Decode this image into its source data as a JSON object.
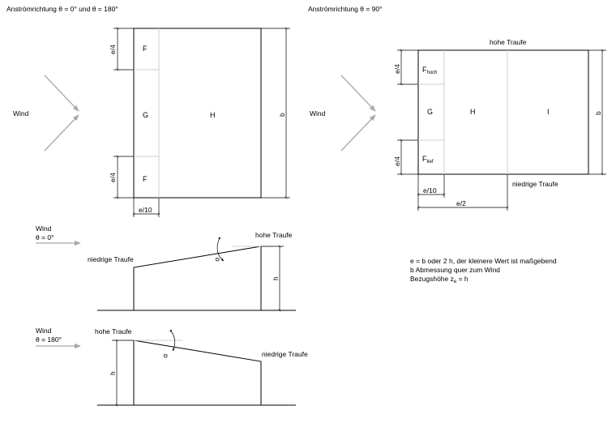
{
  "left_plan": {
    "title": "Anströmrichtung θ = 0° und θ = 180°",
    "wind": "Wind",
    "zone_f_top": "F",
    "zone_g": "G",
    "zone_h": "H",
    "zone_f_bottom": "F",
    "dim_e4_top": "e/4",
    "dim_e4_bottom": "e/4",
    "dim_b": "b",
    "dim_e10": "e/10"
  },
  "right_plan": {
    "title": "Anströmrichtung θ = 90°",
    "wind": "Wind",
    "eave_high": "hohe Traufe",
    "eave_low": "niedrige Traufe",
    "zone_f_high": "F",
    "zone_f_high_sub": "hoch",
    "zone_g": "G",
    "zone_h": "H",
    "zone_i": "I",
    "zone_f_low": "F",
    "zone_f_low_sub": "tief",
    "dim_e4_top": "e/4",
    "dim_e4_bottom": "e/4",
    "dim_b": "b",
    "dim_e10": "e/10",
    "dim_e2": "e/2"
  },
  "section_0": {
    "wind": "Wind",
    "theta": "θ = 0°",
    "eave_low": "niedrige Traufe",
    "eave_high": "hohe Traufe",
    "angle": "α",
    "height": "h"
  },
  "section_180": {
    "wind": "Wind",
    "theta": "θ = 180°",
    "eave_high": "hohe Traufe",
    "eave_low": "niedrige Traufe",
    "angle": "α",
    "height": "h"
  },
  "notes": {
    "line1": "e = b oder 2 h, der kleinere Wert ist maßgebend",
    "line2": "b Abmessung quer zum Wind",
    "line3_main": "Bezugshöhe z",
    "line3_sub": "e",
    "line3_tail": " = h"
  }
}
